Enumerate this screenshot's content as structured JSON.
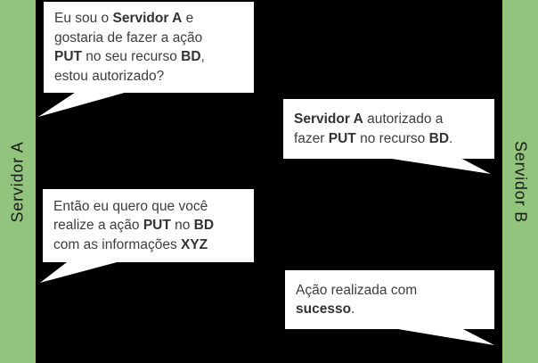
{
  "diagram": {
    "title_hint": "HTTP PUT authorization sequence between two servers",
    "colors": {
      "background": "#000000",
      "actor_bar": "#93c47d",
      "bubble_background": "#ffffff",
      "bubble_text": "#3d3d3d",
      "actor_label_text": "#1b1b1b"
    },
    "actors": {
      "left": {
        "label": "Servidor A"
      },
      "right": {
        "label": "Servidor B"
      }
    },
    "bubbles": [
      {
        "speaker": "Servidor A",
        "lines": [
          [
            {
              "t": "Eu sou o "
            },
            {
              "t": "Servidor A",
              "b": true
            },
            {
              "t": " e"
            }
          ],
          [
            {
              "t": "gostaria de fazer a ação"
            }
          ],
          [
            {
              "t": "PUT",
              "b": true
            },
            {
              "t": " no seu recurso "
            },
            {
              "t": "BD",
              "b": true
            },
            {
              "t": ","
            }
          ],
          [
            {
              "t": "estou autorizado?"
            }
          ]
        ]
      },
      {
        "speaker": "Servidor B",
        "lines": [
          [
            {
              "t": "Servidor A",
              "b": true
            },
            {
              "t": " autorizado a"
            }
          ],
          [
            {
              "t": "fazer "
            },
            {
              "t": "PUT",
              "b": true
            },
            {
              "t": " no recurso "
            },
            {
              "t": "BD",
              "b": true
            },
            {
              "t": "."
            }
          ]
        ]
      },
      {
        "speaker": "Servidor A",
        "lines": [
          [
            {
              "t": "Então eu quero que você"
            }
          ],
          [
            {
              "t": "realize a ação "
            },
            {
              "t": "PUT",
              "b": true
            },
            {
              "t": " no "
            },
            {
              "t": "BD",
              "b": true
            }
          ],
          [
            {
              "t": "com as informações "
            },
            {
              "t": "XYZ",
              "b": true
            }
          ]
        ]
      },
      {
        "speaker": "Servidor B",
        "lines": [
          [
            {
              "t": "Ação realizada com"
            }
          ],
          [
            {
              "t": "sucesso",
              "b": true
            },
            {
              "t": "."
            }
          ]
        ]
      }
    ]
  }
}
